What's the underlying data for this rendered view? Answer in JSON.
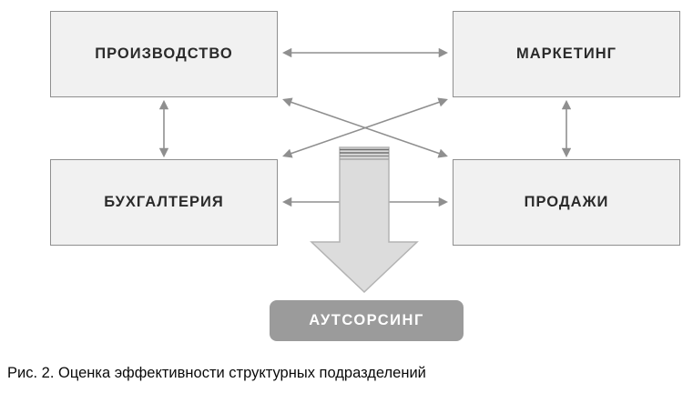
{
  "diagram": {
    "boxes": {
      "production": {
        "label": "ПРОИЗВОДСТВО"
      },
      "marketing": {
        "label": "МАРКЕТИНГ"
      },
      "accounting": {
        "label": "БУХГАЛТЕРИЯ"
      },
      "sales": {
        "label": "ПРОДАЖИ"
      }
    },
    "connections": [
      "production-marketing",
      "accounting-sales",
      "production-accounting",
      "marketing-sales",
      "production-sales",
      "marketing-accounting"
    ],
    "outsourcing_label": "АУТСОРСИНГ",
    "caption": "Рис. 2. Оценка эффективности структурных подразделений",
    "colors": {
      "box_fill": "#f1f1f1",
      "box_border": "#8f8f8f",
      "connector_arrow": "#8f8f8f",
      "big_arrow_fill": "#dcdcdc",
      "big_arrow_border": "#b3b3b3",
      "stripe_dark": "#6e6e6e",
      "stripe_light": "#9a9a9a",
      "outsourcing_fill": "#9b9b9b",
      "outsourcing_text": "#ffffff",
      "box_text": "#2b2b2b",
      "caption_text": "#0a0a0a"
    }
  }
}
